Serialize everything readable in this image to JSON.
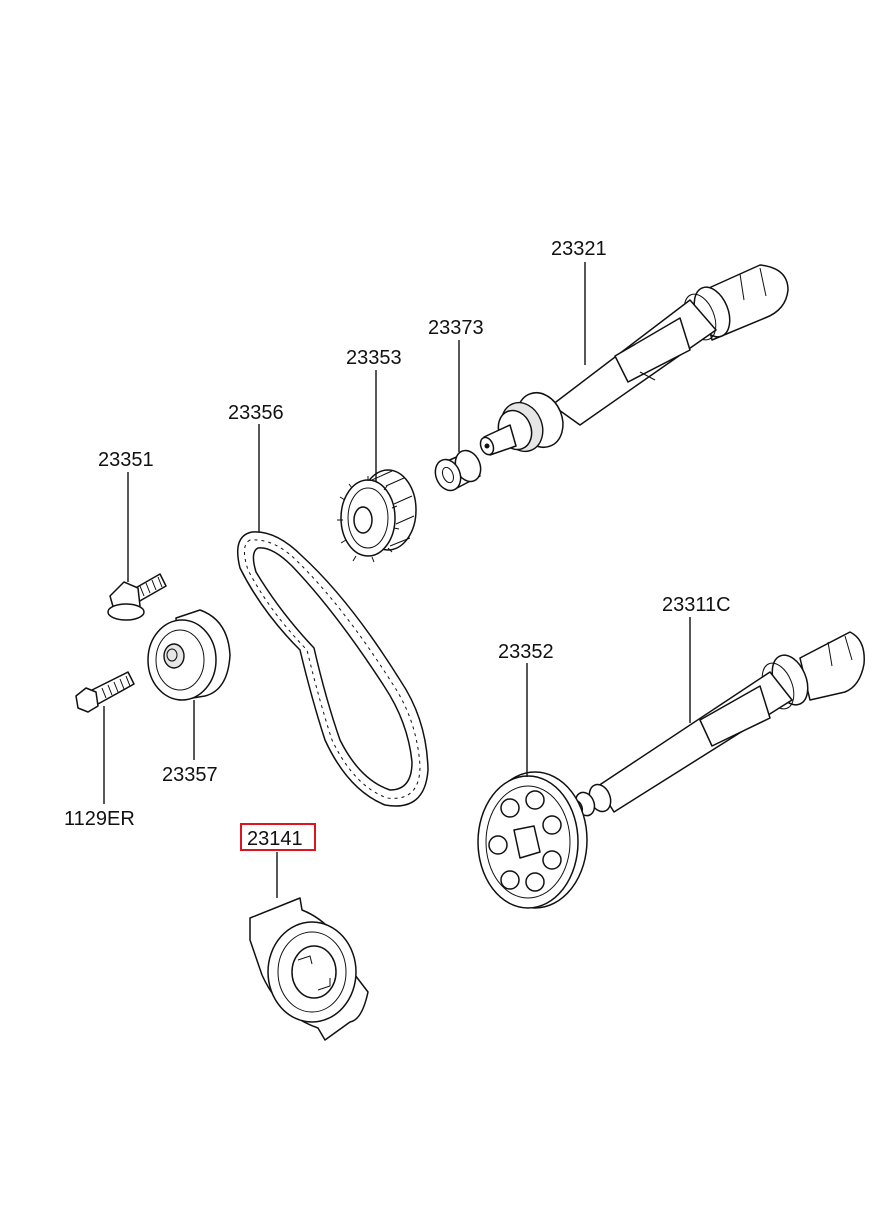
{
  "parts": [
    {
      "id": "p23321",
      "label": "23321",
      "name": "camshaft-upper"
    },
    {
      "id": "p23373",
      "label": "23373",
      "name": "bushing"
    },
    {
      "id": "p23353",
      "label": "23353",
      "name": "gear-small"
    },
    {
      "id": "p23356",
      "label": "23356",
      "name": "timing-belt"
    },
    {
      "id": "p23351",
      "label": "23351",
      "name": "bolt-flange"
    },
    {
      "id": "p23357",
      "label": "23357",
      "name": "tensioner-pulley"
    },
    {
      "id": "p1129ER",
      "label": "1129ER",
      "name": "bolt"
    },
    {
      "id": "p23311C",
      "label": "23311C",
      "name": "camshaft-lower"
    },
    {
      "id": "p23352",
      "label": "23352",
      "name": "sprocket"
    },
    {
      "id": "p23141",
      "label": "23141",
      "name": "thrust-plate"
    }
  ],
  "highlighted_part": "23141",
  "colors": {
    "highlight": "#e0141e",
    "line": "#111111"
  }
}
